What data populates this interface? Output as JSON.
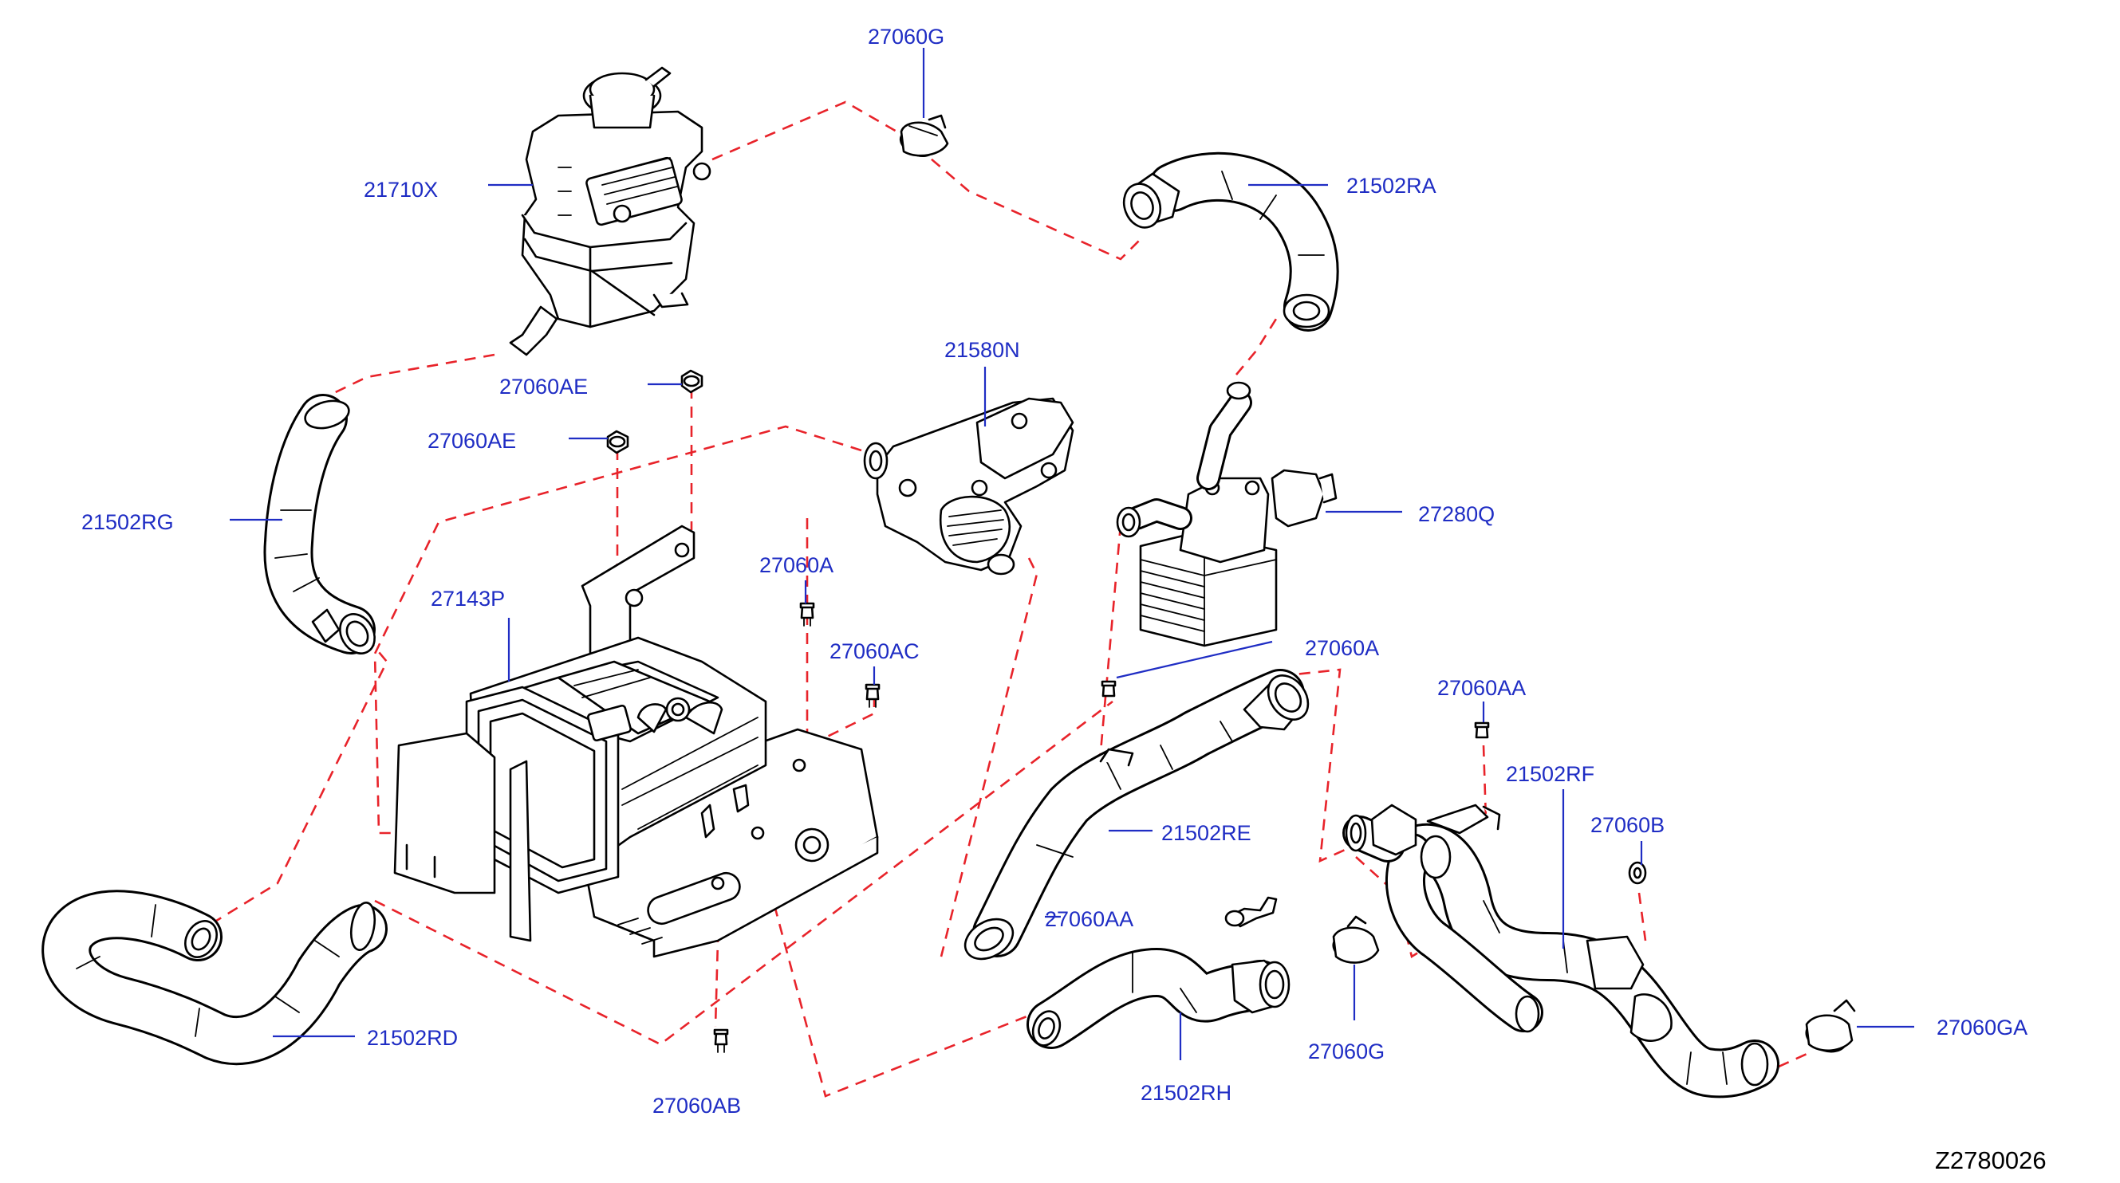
{
  "diagram_id": "Z2780026",
  "colors": {
    "label": "#1f2dc4",
    "dashed_line": "#e8232a",
    "outline": "#000000",
    "background": "#ffffff"
  },
  "labels": {
    "l_27060G_top": "27060G",
    "l_21710X": "21710X",
    "l_21502RA": "21502RA",
    "l_21580N": "21580N",
    "l_27060AE_a": "27060AE",
    "l_27060AE_b": "27060AE",
    "l_21502RG": "21502RG",
    "l_27280Q": "27280Q",
    "l_27060A_a": "27060A",
    "l_27143P": "27143P",
    "l_27060AC": "27060AC",
    "l_27060A_b": "27060A",
    "l_27060AA_a": "27060AA",
    "l_21502RF": "21502RF",
    "l_27060B": "27060B",
    "l_21502RE": "21502RE",
    "l_27060AA_b": "27060AA",
    "l_21502RD": "21502RD",
    "l_27060AB": "27060AB",
    "l_27060G_bottom": "27060G",
    "l_21502RH": "21502RH",
    "l_27060GA": "27060GA"
  }
}
